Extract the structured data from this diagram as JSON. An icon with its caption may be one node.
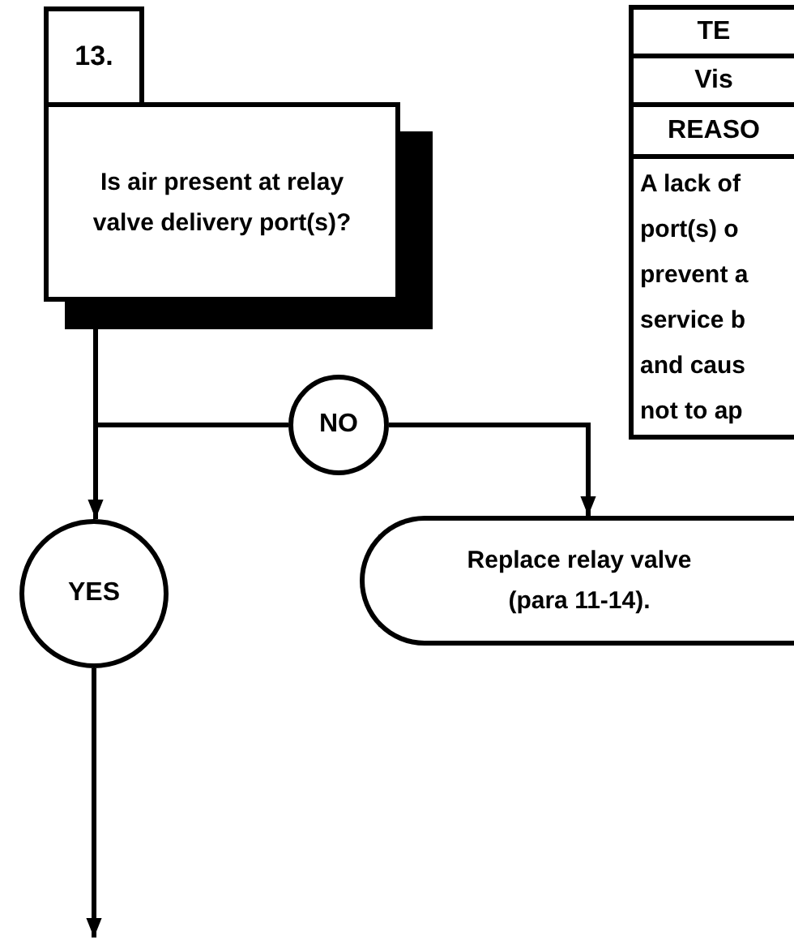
{
  "diagram": {
    "nodes": [
      {
        "text": [
          "13.",
          "Is air present at relay valve delivery port(s)?"
        ]
      },
      {
        "text": [
          "TE",
          "Vis",
          "REASO",
          "A lack of port(s) o prevent a service b and caus not to ap"
        ]
      },
      {
        "text": [
          "NO"
        ]
      },
      {
        "text": [
          "YES"
        ]
      },
      {
        "text": [
          "Replace relay valve (para 11-14)."
        ]
      }
    ],
    "edges": [
      {
        "from": 0,
        "to": 2,
        "arrow": "none"
      },
      {
        "from": 2,
        "to": 4,
        "arrow": "to"
      },
      {
        "from": 0,
        "to": 3,
        "arrow": "to"
      },
      {
        "from": 3,
        "to": null,
        "arrow": "to"
      }
    ]
  }
}
